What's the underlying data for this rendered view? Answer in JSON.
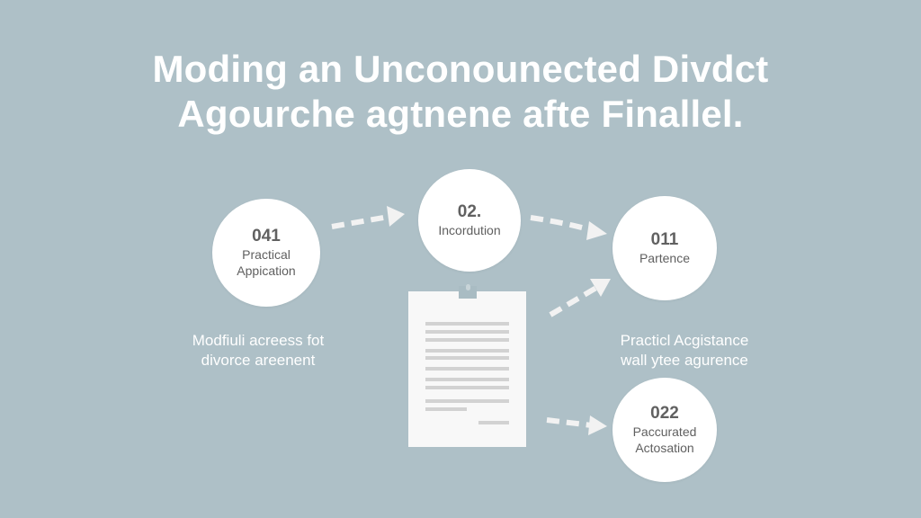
{
  "title": {
    "line1": "Moding an Unconounected Divdct",
    "line2": "Agourche agtnene afte Finallel."
  },
  "nodes": [
    {
      "id": "n1",
      "number": "041",
      "label_line1": "Practical",
      "label_line2": "Appication"
    },
    {
      "id": "n2",
      "number": "02.",
      "label_line1": "Incordution",
      "label_line2": ""
    },
    {
      "id": "n3",
      "number": "011",
      "label_line1": "Partence",
      "label_line2": ""
    },
    {
      "id": "n4",
      "number": "022",
      "label_line1": "Paccurated",
      "label_line2": "Actosation"
    }
  ],
  "captions": {
    "left": {
      "line1": "Modfiuli acreess fot",
      "line2": "divorce areenent"
    },
    "right": {
      "line1": "Practicl Acgistance",
      "line2": "wall ytee agurence"
    }
  },
  "document_icon": {
    "name": "document-icon",
    "text_lines": 10
  },
  "colors": {
    "background": "#aec0c7",
    "node_fill": "#ffffff",
    "arrow": "#f2f2f2",
    "text_dark": "#616161",
    "doc_lines": "#d2d2d2"
  }
}
